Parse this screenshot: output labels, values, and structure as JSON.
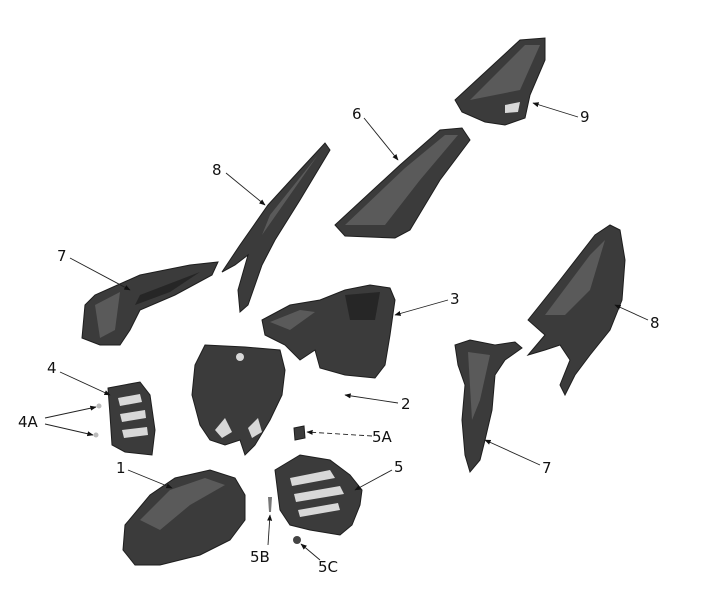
{
  "labels": {
    "part9": "9",
    "part6": "6",
    "part8_left": "8",
    "part7_left": "7",
    "part3": "3",
    "part8_right": "8",
    "part4": "4",
    "part4A": "4A",
    "part2": "2",
    "part5A": "5A",
    "part1": "1",
    "part5": "5",
    "part7_right": "7",
    "part5B": "5B",
    "part5C": "5C"
  },
  "colors": {
    "part_fill": "#3b3b3b",
    "leader": "#222222"
  }
}
